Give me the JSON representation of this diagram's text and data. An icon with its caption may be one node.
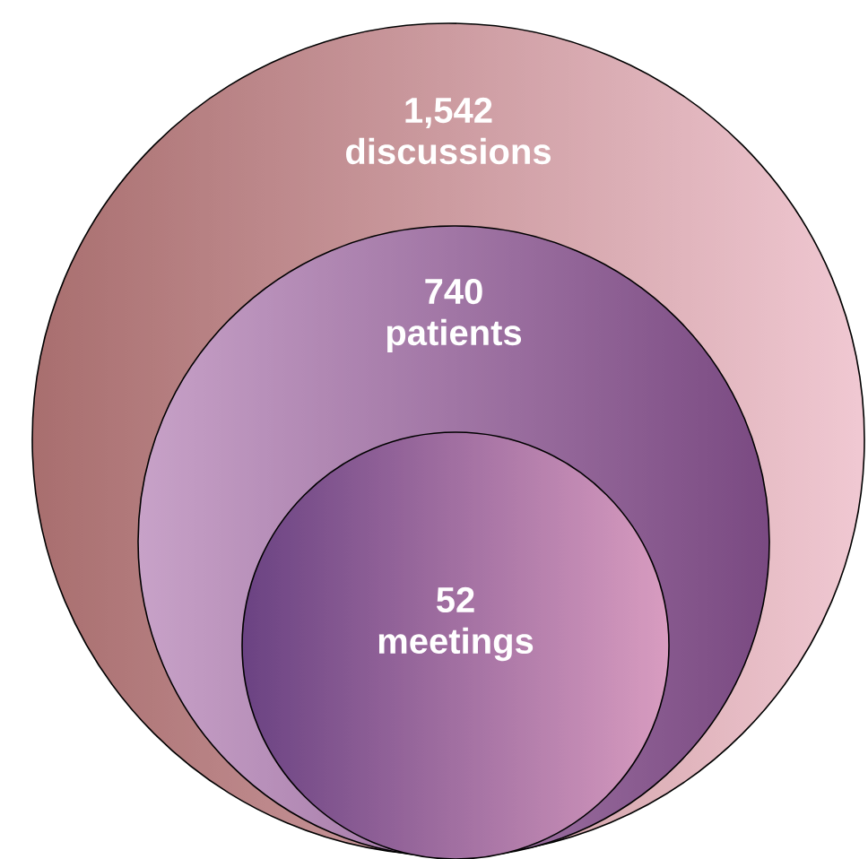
{
  "diagram": {
    "nodes": [
      {
        "text": [
          "1,542 discussions"
        ]
      },
      {
        "text": [
          "740 patients"
        ],
        "in": 0
      },
      {
        "text": [
          "52 meetings"
        ],
        "in": 1
      }
    ]
  }
}
